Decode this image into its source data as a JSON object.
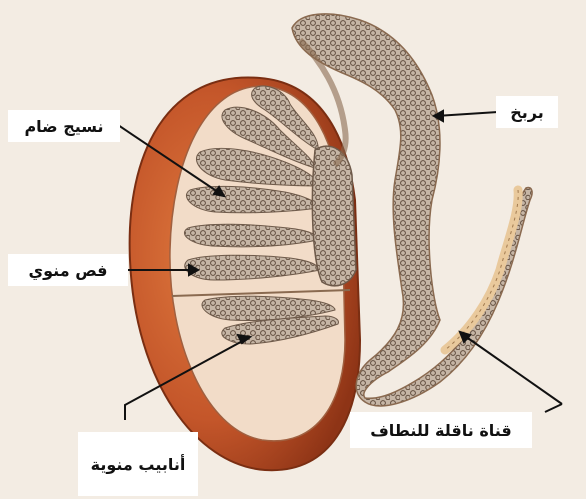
{
  "labels": {
    "connective_tissue": "نسيج ضام",
    "epididymis": "بربخ",
    "lobule": "فص منوي",
    "vas_deferens": "قناة ناقلة للنطاف",
    "seminiferous_tubules": "أنابيب منوية"
  },
  "colors": {
    "background": "#f3ece3",
    "testis_outer": "#c4562a",
    "testis_inner": "#f2dcc8",
    "tubule_fill": "#b9a99a",
    "tubule_outline": "#6e5a4a",
    "duct": "#e9c99c",
    "leader": "#111111",
    "label_bg": "#ffffff"
  }
}
